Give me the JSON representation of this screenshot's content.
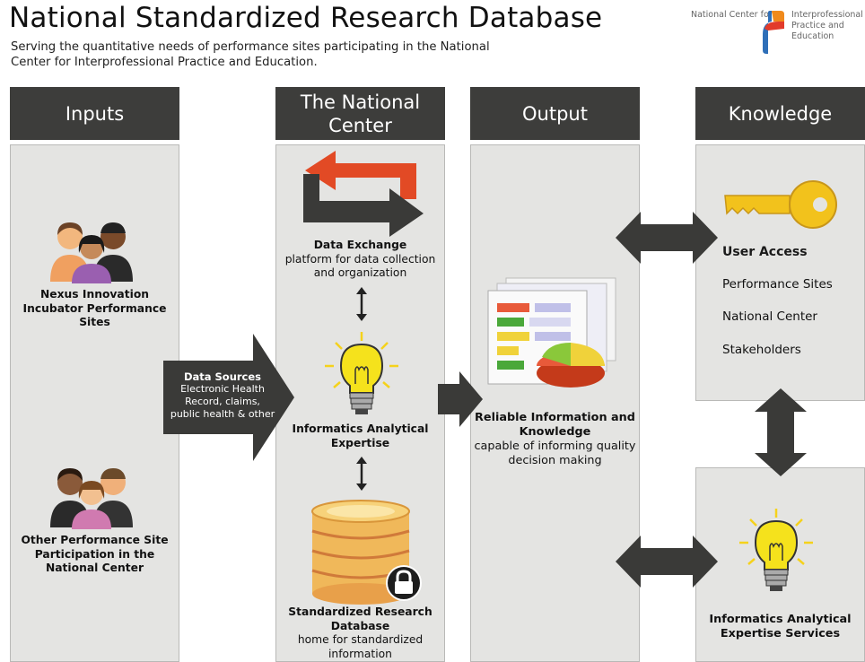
{
  "title": "National Standardized Research Database",
  "subtitle": "Serving the quantitative needs of performance sites participating in the National Center for Interprofessional Practice and Education.",
  "logo": {
    "left_text": "National Center for",
    "right_text": "Interprofessional Practice and Education"
  },
  "columns": {
    "inputs": "Inputs",
    "center": "The National Center",
    "output": "Output",
    "knowledge": "Knowledge"
  },
  "inputs": {
    "site1": "Nexus Innovation Incubator Performance Sites",
    "site2": "Other Performance Site Participation in the National Center",
    "arrow_title": "Data Sources",
    "arrow_text": "Electronic Health Record, claims, public health & other"
  },
  "center": {
    "exchange_title": "Data Exchange",
    "exchange_text": "platform for data collection and organization",
    "expertise_title": "Informatics Analytical Expertise",
    "database_title": "Standardized Research Database",
    "database_text": "home for standardized information"
  },
  "output": {
    "title": "Reliable Information and Knowledge",
    "text": "capable of informing quality decision making"
  },
  "knowledge": {
    "access_title": "User Access",
    "items": [
      "Performance Sites",
      "National Center",
      "Stakeholders"
    ],
    "services_title": "Informatics Analytical Expertise Services"
  },
  "colors": {
    "header_bg": "#3d3d3b",
    "panel_bg": "#e4e4e2",
    "arrow": "#3a3a38",
    "exchange_red": "#e24a25",
    "bulb": "#f5e21c",
    "key": "#f2c21c",
    "database": "#f0b85a"
  },
  "icons": [
    "people-group-icon",
    "data-exchange-arrows-icon",
    "lightbulb-icon",
    "database-icon",
    "lock-icon",
    "report-chart-icon",
    "key-icon"
  ]
}
